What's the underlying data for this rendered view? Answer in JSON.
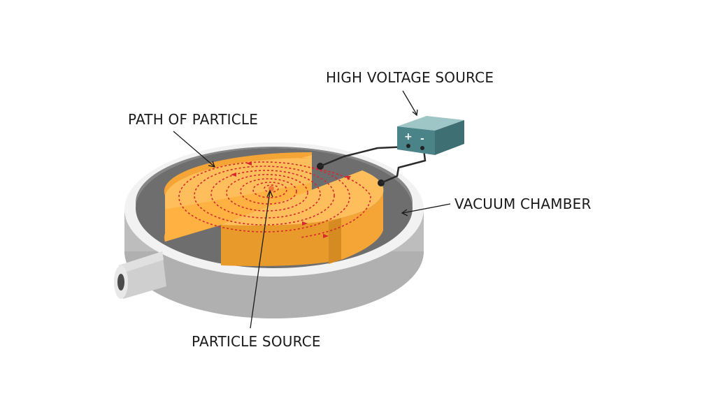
{
  "labels": {
    "high_voltage_source": "HIGH VOLTAGE SOURCE",
    "path_of_particle": "PATH OF PARTICLE",
    "vacuum_chamber": "VACUUM CHAMBER",
    "particle_source": "PARTICLE SOURCE"
  },
  "terminals": {
    "positive": "+",
    "negative": "-"
  },
  "colors": {
    "chamber_outer": "#bdbdbd",
    "chamber_rim": "#f2f2f2",
    "chamber_inner": "#6e6e6e",
    "dee_top": "#ffbe5c",
    "dee_side": "#f5a536",
    "particle_path": "#d7282f",
    "box_top": "#9fc6c7",
    "box_front": "#4a8488",
    "box_side": "#3d6f73",
    "wire": "#2b2b2b"
  }
}
